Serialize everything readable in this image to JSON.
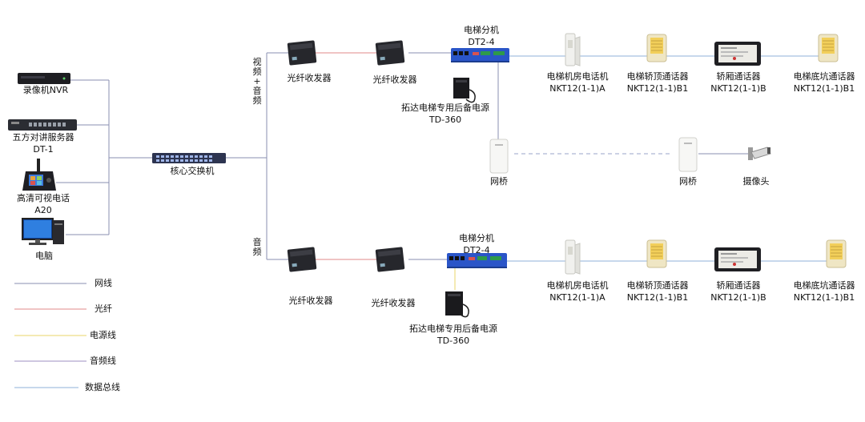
{
  "left_devices": {
    "nvr": "录像机NVR",
    "server": [
      "五方对讲服务器",
      "DT-1"
    ],
    "phone": [
      "高清可视电话",
      "A20"
    ],
    "pc": "电脑"
  },
  "core_switch": "核心交换机",
  "top_branch_label": [
    "视",
    "频",
    "+",
    "音",
    "频"
  ],
  "bottom_branch_label": [
    "音",
    "频"
  ],
  "top_row": {
    "transceiver1": "光纤收发器",
    "transceiver2": "光纤收发器",
    "splitter": [
      "电梯分机",
      "DT2-4"
    ],
    "power": [
      "拓达电梯专用后备电源",
      "TD-360"
    ],
    "machine_room": [
      "电梯机房电话机",
      "NKT12(1-1)A"
    ],
    "car_top": [
      "电梯轿顶通话器",
      "NKT12(1-1)B1"
    ],
    "car": [
      "轿厢通话器",
      "NKT12(1-1)B"
    ],
    "pit": [
      "电梯底坑通话器",
      "NKT12(1-1)B1"
    ]
  },
  "bridge_row": {
    "bridge1": "网桥",
    "bridge2": "网桥",
    "camera": "摄像头"
  },
  "bottom_row": {
    "transceiver1": "光纤收发器",
    "transceiver2": "光纤收发器",
    "splitter": [
      "电梯分机",
      "DT2-4"
    ],
    "power": [
      "拓达电梯专用后备电源",
      "TD-360"
    ],
    "machine_room": [
      "电梯机房电话机",
      "NKT12(1-1)A"
    ],
    "car_top": [
      "电梯轿顶通话器",
      "NKT12(1-1)B1"
    ],
    "car": [
      "轿厢通话器",
      "NKT12(1-1)B"
    ],
    "pit": [
      "电梯底坑通话器",
      "NKT12(1-1)B1"
    ]
  },
  "legend": [
    {
      "label": "网线",
      "color": "#8a8fb0"
    },
    {
      "label": "光纤",
      "color": "#e08a8a"
    },
    {
      "label": "电源线",
      "color": "#e9d46a"
    },
    {
      "label": "音频线",
      "color": "#9c8fc0"
    },
    {
      "label": "数据总线",
      "color": "#8fb0d8"
    }
  ],
  "colors": {
    "network": "#8a8fb0",
    "fiber": "#e08a8a",
    "power": "#e9d46a",
    "audio": "#9c8fc0",
    "bus": "#8fb0d8",
    "bridge_link": "#9aa3c8",
    "splitter_blue": "#2a55c8",
    "speaker_yellow": "#f2cf5a"
  }
}
